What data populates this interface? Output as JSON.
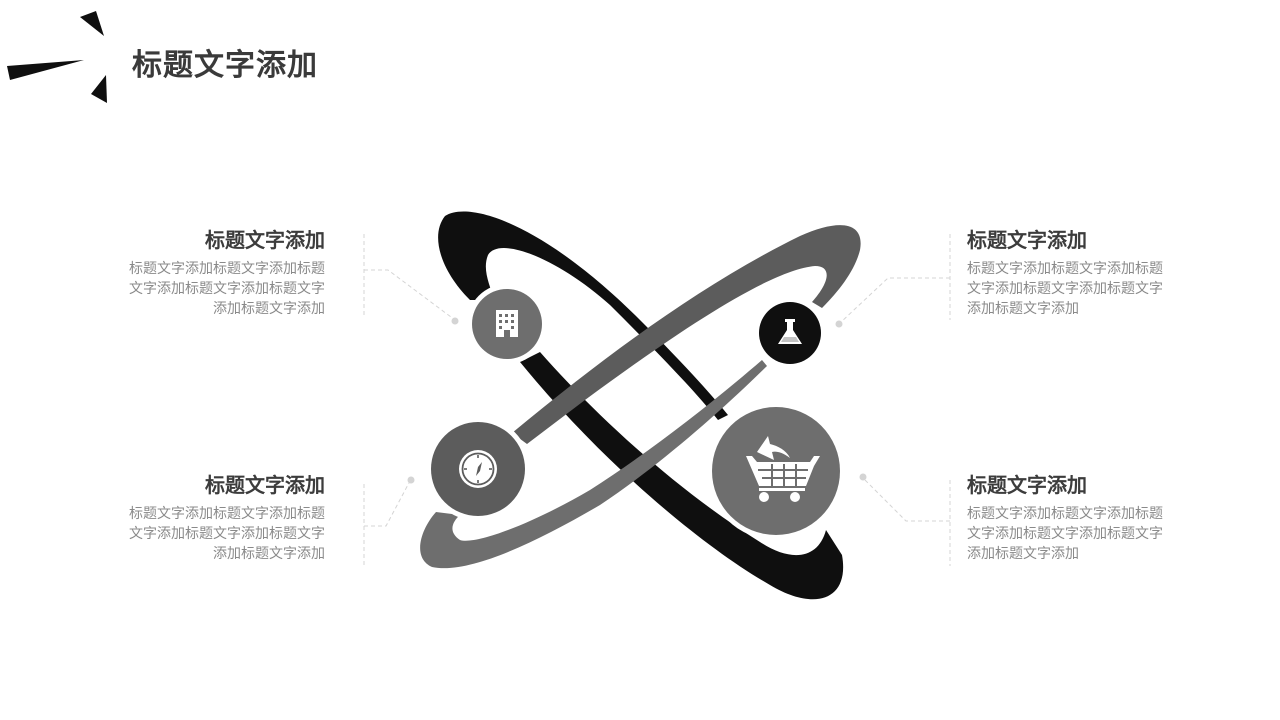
{
  "slide": {
    "title": "标题文字添加"
  },
  "blocks": [
    {
      "id": "top-left",
      "icon": "building-icon",
      "title": "标题文字添加",
      "body": "标题文字添加标题文字添加标题文字添加标题文字添加标题文字添加标题文字添加"
    },
    {
      "id": "top-right",
      "icon": "flask-icon",
      "title": "标题文字添加",
      "body": "标题文字添加标题文字添加标题文字添加标题文字添加标题文字添加标题文字添加"
    },
    {
      "id": "bottom-left",
      "icon": "compass-icon",
      "title": "标题文字添加",
      "body": "标题文字添加标题文字添加标题文字添加标题文字添加标题文字添加标题文字添加"
    },
    {
      "id": "bottom-right",
      "icon": "shopping-cart-icon",
      "title": "标题文字添加",
      "body": "标题文字添加标题文字添加标题文字添加标题文字添加标题文字添加标题文字添加"
    }
  ],
  "colors": {
    "black": "#0f0f0f",
    "dark_gray": "#5c5c5c",
    "mid_gray": "#6e6e6e",
    "title_text": "#3a3a3a",
    "body_text": "#8a8a8a",
    "connector": "#d4d4d4"
  }
}
